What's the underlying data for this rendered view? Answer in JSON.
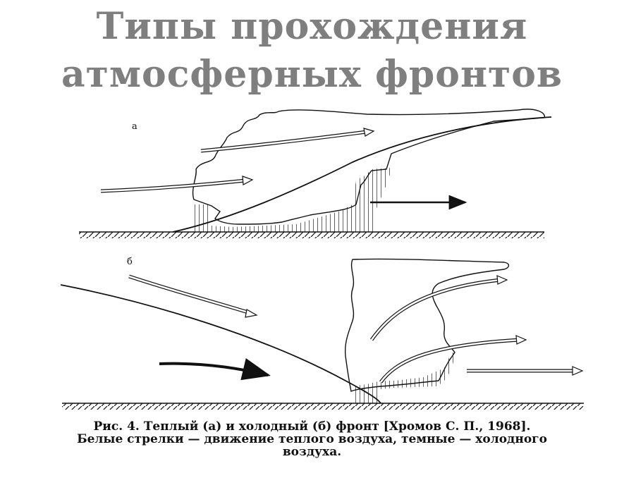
{
  "title": {
    "line1": "Типы прохождения",
    "line2": "атмосферных фронтов"
  },
  "panels": {
    "a": {
      "label": "а"
    },
    "b": {
      "label": "б"
    }
  },
  "caption": {
    "line1": "Рис. 4. Теплый (а) и холодный (б) фронт [Хромов С. П., 1968].",
    "line2": "Белые стрелки — движение теплого воздуха, темные — холодного",
    "line3": "воздуха."
  },
  "colors": {
    "title": "#7f7f7f",
    "ink": "#111111"
  }
}
